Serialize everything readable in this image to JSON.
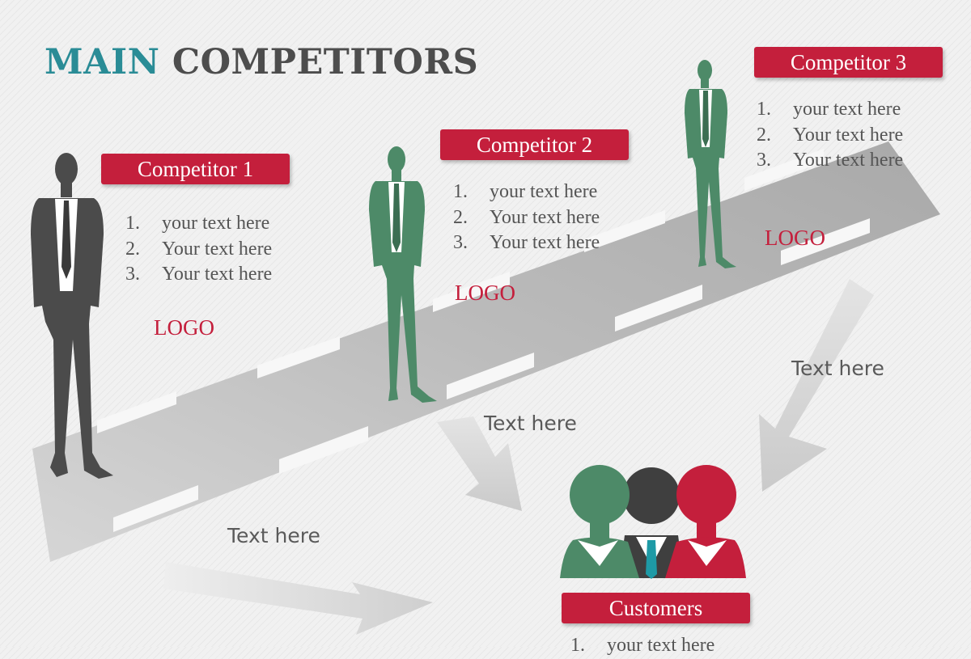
{
  "title": {
    "part1": "MAIN",
    "part2": "COMPETITORS"
  },
  "competitors": [
    {
      "label": "Competitor 1",
      "items": [
        "your text here",
        "Your text here",
        "Your text here"
      ],
      "logo": "LOGO"
    },
    {
      "label": "Competitor 2",
      "items": [
        "your text here",
        "Your text here",
        "Your text here"
      ],
      "logo": "LOGO"
    },
    {
      "label": "Competitor 3",
      "items": [
        "your text here",
        "Your text here",
        "Your text here"
      ],
      "logo": "LOGO"
    }
  ],
  "numbers": [
    "1.",
    "2.",
    "3."
  ],
  "arrow_notes": [
    "Text here",
    "Text here",
    "Text here"
  ],
  "customers": {
    "label": "Customers",
    "first_item_number": "1.",
    "first_item": "your text here"
  },
  "colors": {
    "teal": "#2a8c96",
    "dark_gray": "#4d4d4d",
    "red": "#c41f3c",
    "green": "#4d8a68"
  },
  "icons": [
    "businessman-silhouette-icon",
    "customers-group-icon",
    "arrow-icon"
  ]
}
